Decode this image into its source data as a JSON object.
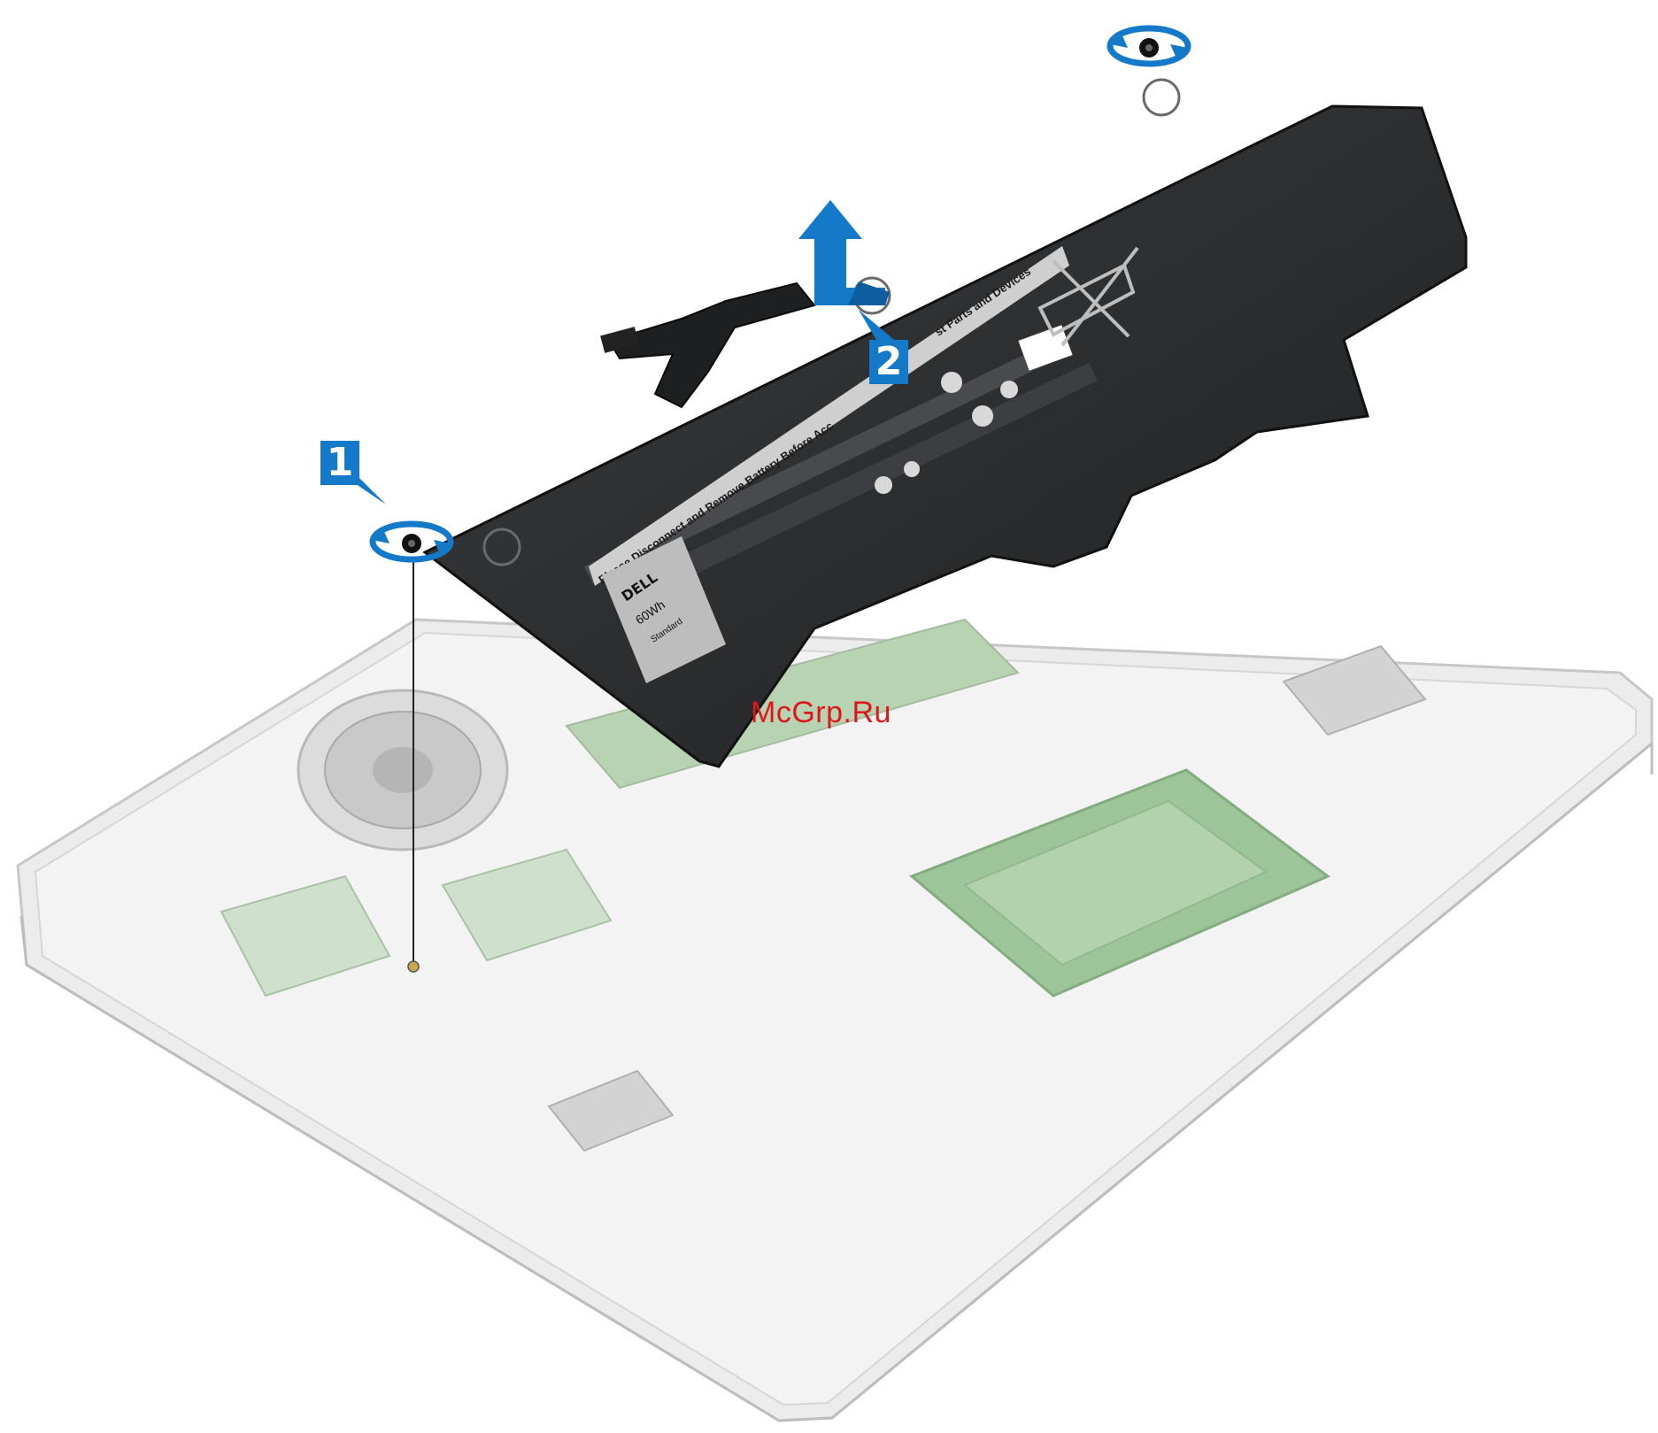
{
  "colors": {
    "step_badge": "#1479c8",
    "battery": "#2a2c2e",
    "chassis": "#ececec",
    "board": "#9ec49a",
    "arrow": "#1479c8",
    "watermark": "#e0161d"
  },
  "callouts": {
    "step1": "1",
    "step2": "2"
  },
  "battery_label": {
    "warning": "Please Disconnect and Remove Battery Before Acc",
    "warning_tail": "st Parts and Devices",
    "brand": "DELL",
    "capacity": "60Wh",
    "type_label": "Standard"
  },
  "watermark": "McGrp.Ru",
  "icons": [
    "screw-rotate-icon",
    "screw-rotate-icon",
    "lift-arrow-icon"
  ]
}
